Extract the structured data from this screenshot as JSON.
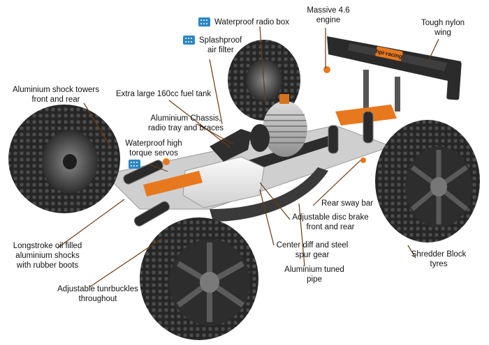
{
  "labels": {
    "waterproof_radio_box": "Waterproof radio box",
    "massive_engine": [
      "Massive 4.6",
      "engine"
    ],
    "tough_wing": [
      "Tough nylon",
      "wing"
    ],
    "splashproof_filter": [
      "Splashproof",
      "air filter"
    ],
    "shock_towers": [
      "Aluminium shock towers",
      "front and rear"
    ],
    "fuel_tank": "Extra large 160cc fuel tank",
    "chassis": [
      "Aluminium Chassis,",
      "radio tray and braces"
    ],
    "servos": [
      "Waterproof high",
      "torque servos"
    ],
    "rear_sway_bar": "Rear sway bar",
    "disc_brake": [
      "Adjustable disc brake",
      "front and rear"
    ],
    "center_diff": [
      "Center diff and steel",
      "spur gear"
    ],
    "longstroke_shocks": [
      "Longstroke oil filled",
      "aluminium shocks",
      "with rubber boots"
    ],
    "shredder_tyres": [
      "Shredder Block",
      "tyres"
    ],
    "tuned_pipe": [
      "Aluminium tuned",
      "pipe"
    ],
    "turnbuckles": [
      "Adjustable tunrbuckles",
      "throughout"
    ]
  },
  "wing_brand": "hpi·racing",
  "colors": {
    "accent": "#e8781e",
    "label_text": "#111111",
    "leader_line": "#6b3a12",
    "waterproof_badge": "#2b86c5",
    "tire": "#2a2a2a",
    "chassis": "#d7d7d7"
  },
  "icons": [
    "waterproof-badge-icon"
  ]
}
